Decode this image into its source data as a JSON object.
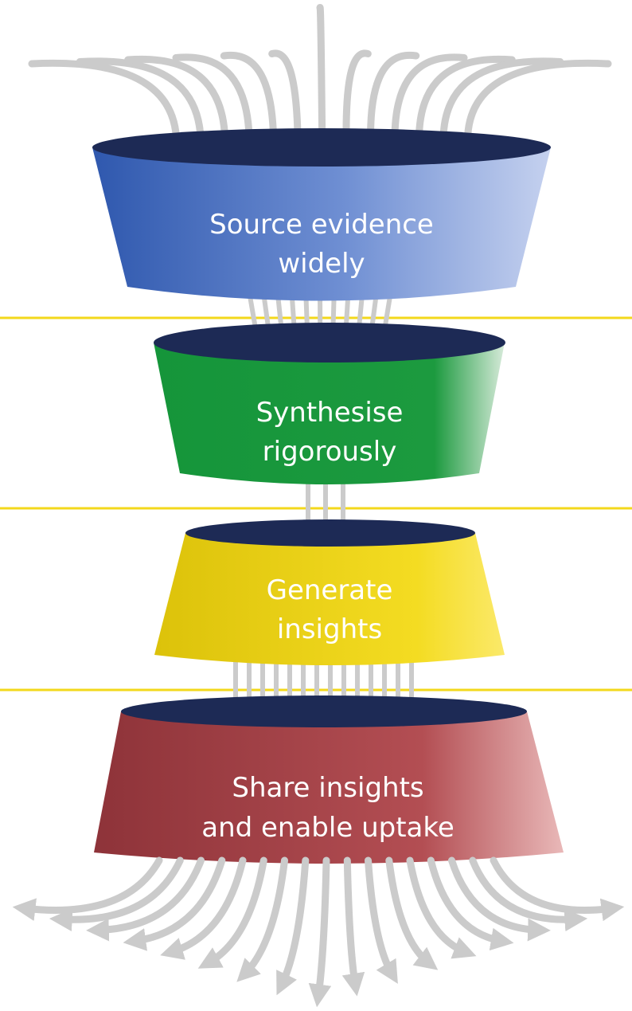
{
  "stages": [
    {
      "id": "source",
      "line1": "Source evidence",
      "line2": "widely",
      "color": "#2f58ae",
      "light": "#c5d1ef"
    },
    {
      "id": "synthesise",
      "line1": "Synthesise",
      "line2": "rigorously",
      "color": "#15953a",
      "light": "#d6ead9"
    },
    {
      "id": "generate",
      "line1": "Generate",
      "line2": "insights",
      "color": "#dcc20a",
      "light": "#fbe96a"
    },
    {
      "id": "share",
      "line1": "Share insights",
      "line2": "and enable uptake",
      "color": "#8e3339",
      "light": "#e9b8b8"
    }
  ],
  "colors": {
    "funnel_top": "#1d2a55",
    "flow_lines": "#cbcbcb",
    "separators": "#f3d81c",
    "text": "#ffffff"
  }
}
